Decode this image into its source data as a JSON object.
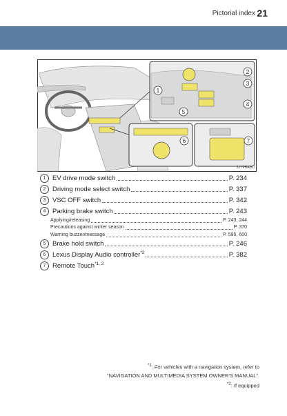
{
  "header": {
    "section_title": "Pictorial index",
    "page_number": "21",
    "band_color": "#5c7ca0"
  },
  "figure": {
    "code": "31YPBA007",
    "callouts": [
      "1",
      "2",
      "3",
      "4",
      "5",
      "6",
      "7"
    ],
    "highlight_color": "#f0e36a"
  },
  "items": [
    {
      "n": "1",
      "label": "EV drive mode switch",
      "page": "P. 234"
    },
    {
      "n": "2",
      "label": "Driving mode select switch",
      "page": "P. 337"
    },
    {
      "n": "3",
      "label": "VSC OFF switch",
      "page": "P. 342"
    },
    {
      "n": "4",
      "label": "Parking brake switch",
      "page": "P. 243",
      "subs": [
        {
          "label": "Applying/releasing",
          "page": "P. 243, 244"
        },
        {
          "label": "Precautions against winter season",
          "page": "P. 370"
        },
        {
          "label": "Warning buzzer/message",
          "page": "P. 595, 600"
        }
      ]
    },
    {
      "n": "5",
      "label": "Brake hold switch",
      "page": "P. 246"
    },
    {
      "n": "6",
      "label": "Lexus Display Audio controller",
      "sup": "*2",
      "page": "P. 382"
    },
    {
      "n": "7",
      "label": "Remote Touch",
      "sup": "*1, 2",
      "page": ""
    }
  ],
  "footnotes": {
    "n1_mark": "*1",
    "n1_text_a": ": For vehicles with a navigation system, refer to",
    "n1_text_b": "“NAVIGATION AND MULTIMEDIA SYSTEM OWNER’S MANUAL”.",
    "n2_mark": "*2",
    "n2_text": ": If equipped"
  }
}
